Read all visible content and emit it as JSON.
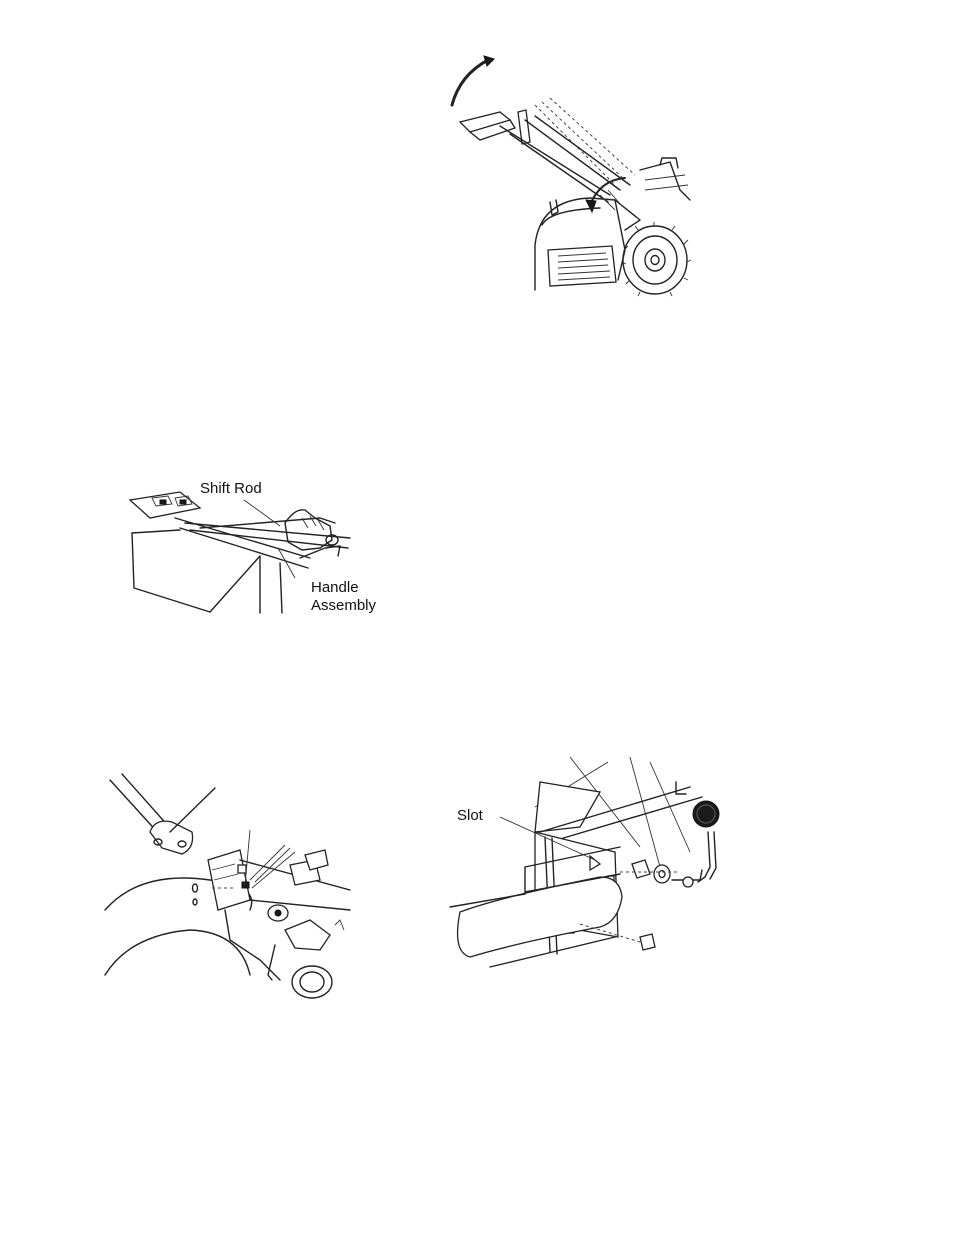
{
  "figures": {
    "tiller_handle_raised": {
      "labels": []
    },
    "shift_rod": {
      "labels": {
        "shift_rod": "Shift Rod",
        "handle_assembly_line1": "Handle",
        "handle_assembly_line2": "Assembly"
      }
    },
    "handle_bracket_bolts": {
      "labels": []
    },
    "shift_lever_slot": {
      "labels": {
        "slot": "Slot"
      }
    }
  },
  "icons": [
    "arrow-curved-icon",
    "tiller-illustration",
    "shift-rod-illustration",
    "bracket-illustration",
    "knob-illustration"
  ]
}
